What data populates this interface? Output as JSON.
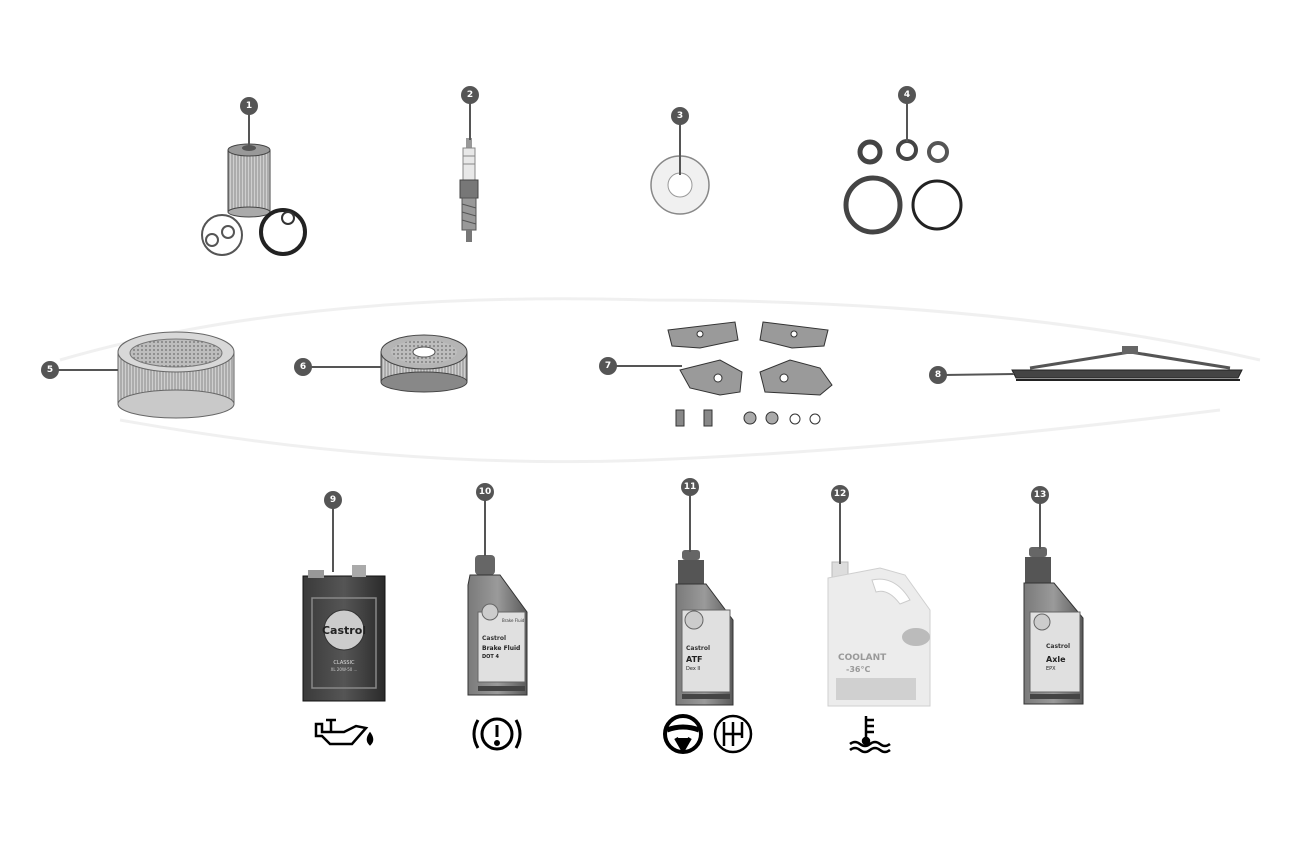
{
  "callouts": [
    "1",
    "2",
    "3",
    "4",
    "5",
    "6",
    "7",
    "8",
    "9",
    "10",
    "11",
    "12",
    "13"
  ],
  "products": {
    "oil_can": {
      "brand": "Castrol",
      "line1": "CLASSIC",
      "line2": "XL 20W-50 ..."
    },
    "brake_fluid": {
      "brand": "Castrol",
      "name": "Brake Fluid",
      "spec": "DOT 4",
      "tag": "Brake Fluid"
    },
    "atf": {
      "brand": "Castrol",
      "name": "ATF",
      "spec": "Dex II"
    },
    "coolant": {
      "name": "COOLANT",
      "spec": "-36°C"
    },
    "axle": {
      "brand": "Castrol",
      "name": "Axle",
      "spec": "EPX"
    }
  },
  "icons": [
    "oil-pressure-icon",
    "brake-warning-icon",
    "steering-wheel-icon",
    "gearbox-icon",
    "coolant-temperature-icon"
  ],
  "colors": {
    "badge": "#555555",
    "line": "#555555",
    "parts_dark": "#333333",
    "parts_mid": "#888888"
  }
}
